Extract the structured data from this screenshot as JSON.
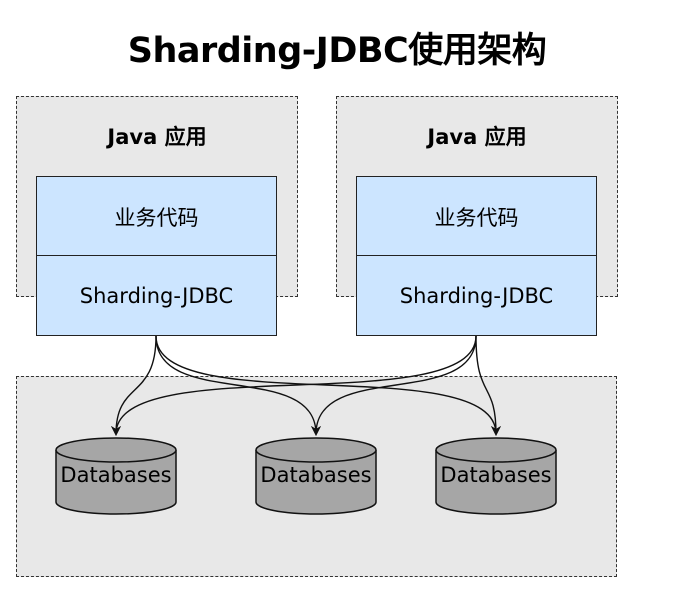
{
  "title": "Sharding-JDBC使用架构",
  "apps": [
    {
      "title": "Java 应用",
      "business_code": "业务代码",
      "jdbc": "Sharding-JDBC"
    },
    {
      "title": "Java 应用",
      "business_code": "业务代码",
      "jdbc": "Sharding-JDBC"
    }
  ],
  "databases": [
    {
      "label": "Databases"
    },
    {
      "label": "Databases"
    },
    {
      "label": "Databases"
    }
  ],
  "colors": {
    "container_fill": "#e8e8e8",
    "component_fill": "#cce5ff",
    "database_fill": "#a6a6a6",
    "stroke": "#222222"
  }
}
